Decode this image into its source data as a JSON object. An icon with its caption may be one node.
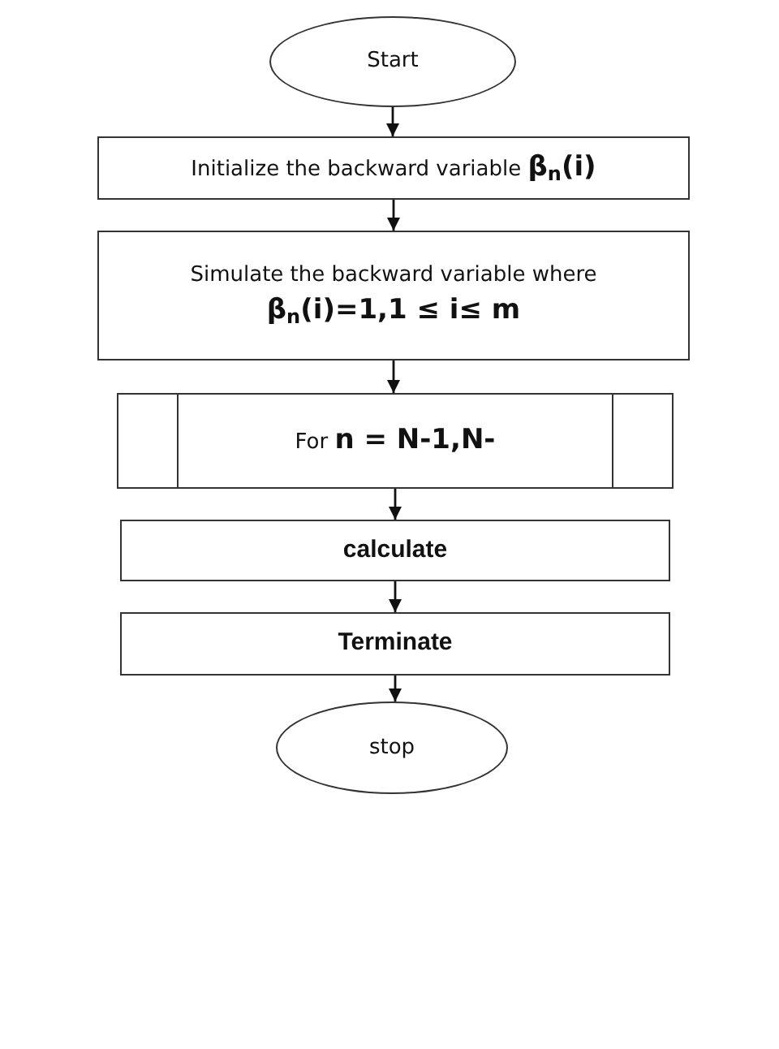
{
  "diagram": {
    "nodes": [
      {
        "text": [
          "Start"
        ]
      },
      {
        "text": [
          "Initialize the backward variable **β$_{n}$(i)**"
        ]
      },
      {
        "text": [
          "Simulate the backward variable where **β$_{n}$(i)=1,1 ≤ i≤ m**"
        ]
      },
      {
        "text": [
          "For **n = N-1,N-**"
        ]
      },
      {
        "text": [
          "calculate"
        ]
      },
      {
        "text": [
          "Terminate"
        ]
      },
      {
        "text": [
          "stop"
        ]
      }
    ],
    "edges": [
      {
        "from": 0,
        "to": 1,
        "arrow": "to"
      },
      {
        "from": 1,
        "to": 2,
        "arrow": "to"
      },
      {
        "from": 2,
        "to": 3,
        "arrow": "to"
      },
      {
        "from": 3,
        "to": 4,
        "arrow": "to"
      },
      {
        "from": 4,
        "to": 5,
        "arrow": "to"
      },
      {
        "from": 5,
        "to": 6,
        "arrow": "to"
      }
    ]
  }
}
